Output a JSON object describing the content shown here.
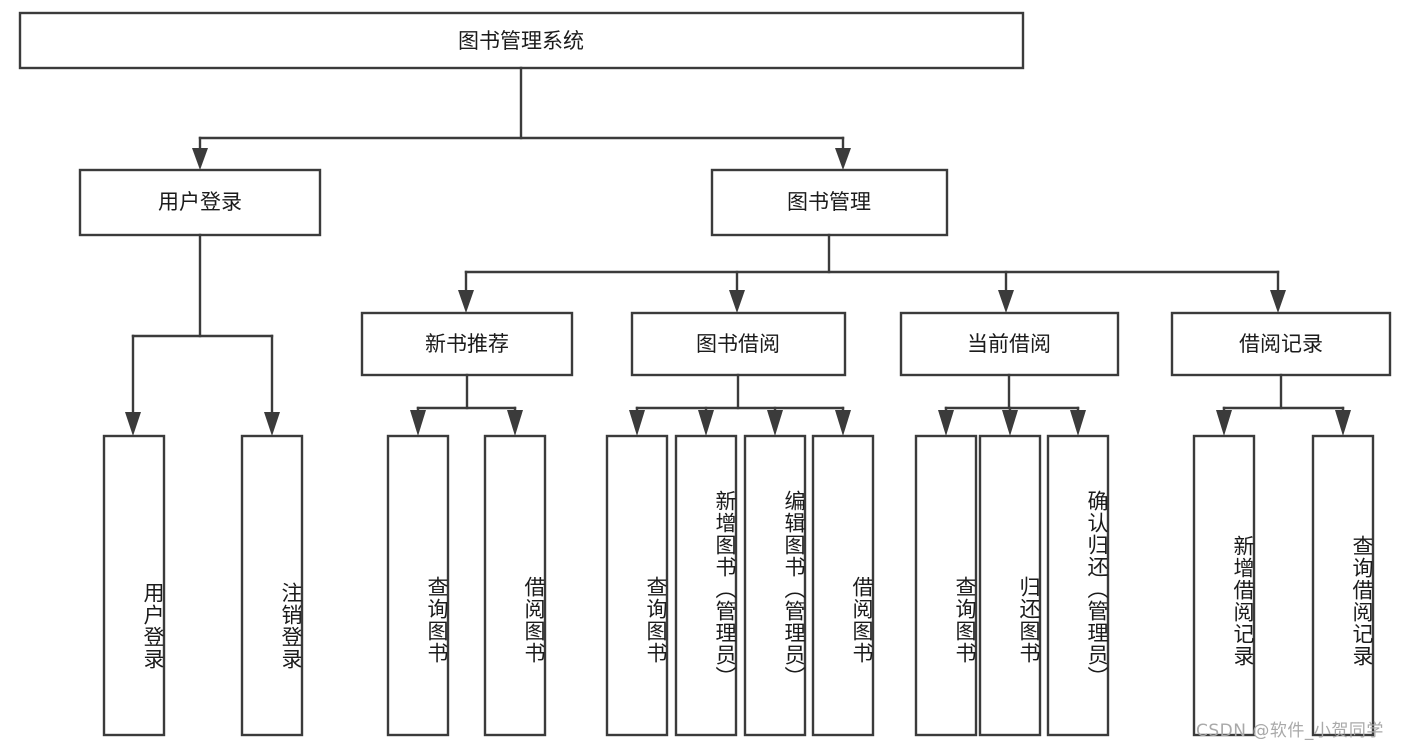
{
  "diagram": {
    "type": "tree",
    "title": "图书管理系统",
    "watermark": "CSDN @软件_小贺同学",
    "colors": {
      "background": "#ffffff",
      "stroke": "#3b3b3b",
      "node_fill": "#ffffff",
      "text": "#1b1b1b",
      "watermark": "#a9a9a9"
    },
    "levels": {
      "root": {
        "label": "图书管理系统"
      },
      "level2": [
        {
          "id": "user-login",
          "label": "用户登录"
        },
        {
          "id": "book-management",
          "label": "图书管理"
        }
      ],
      "level3": [
        {
          "id": "new-book-recommend",
          "label": "新书推荐",
          "parent": "book-management"
        },
        {
          "id": "book-borrow",
          "label": "图书借阅",
          "parent": "book-management"
        },
        {
          "id": "current-borrow",
          "label": "当前借阅",
          "parent": "book-management"
        },
        {
          "id": "borrow-record",
          "label": "借阅记录",
          "parent": "book-management"
        }
      ],
      "leaves": [
        {
          "id": "leaf-user-login",
          "label": "用户登录",
          "parent": "user-login"
        },
        {
          "id": "leaf-logout",
          "label": "注销登录",
          "parent": "user-login"
        },
        {
          "id": "leaf-query-book-1",
          "label": "查询图书",
          "parent": "new-book-recommend"
        },
        {
          "id": "leaf-borrow-book-1",
          "label": "借阅图书",
          "parent": "new-book-recommend"
        },
        {
          "id": "leaf-query-book-2",
          "label": "查询图书",
          "parent": "book-borrow"
        },
        {
          "id": "leaf-add-book",
          "label": "新增图书（管理员）",
          "parent": "book-borrow"
        },
        {
          "id": "leaf-edit-book",
          "label": "编辑图书（管理员）",
          "parent": "book-borrow"
        },
        {
          "id": "leaf-borrow-book-2",
          "label": "借阅图书",
          "parent": "book-borrow"
        },
        {
          "id": "leaf-query-book-3",
          "label": "查询图书",
          "parent": "current-borrow"
        },
        {
          "id": "leaf-return-book",
          "label": "归还图书",
          "parent": "current-borrow"
        },
        {
          "id": "leaf-confirm-return",
          "label": "确认归还（管理员）",
          "parent": "current-borrow"
        },
        {
          "id": "leaf-add-record",
          "label": "新增借阅记录",
          "parent": "borrow-record"
        },
        {
          "id": "leaf-query-record",
          "label": "查询借阅记录",
          "parent": "borrow-record"
        }
      ]
    }
  }
}
